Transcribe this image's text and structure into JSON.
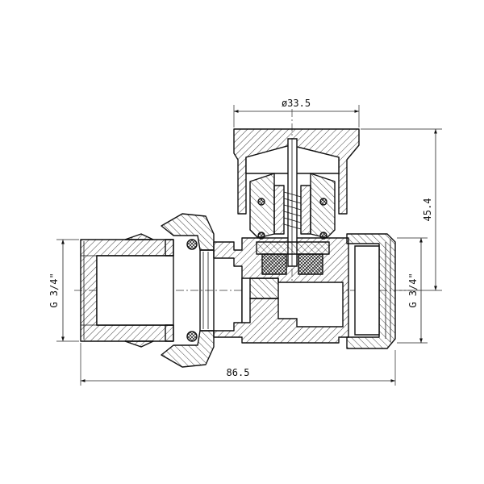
{
  "dimensions": {
    "handle_diameter": "ø33.5",
    "height": "45.4",
    "length": "86.5",
    "thread_left": "G 3/4\"",
    "thread_right": "G 3/4\""
  }
}
